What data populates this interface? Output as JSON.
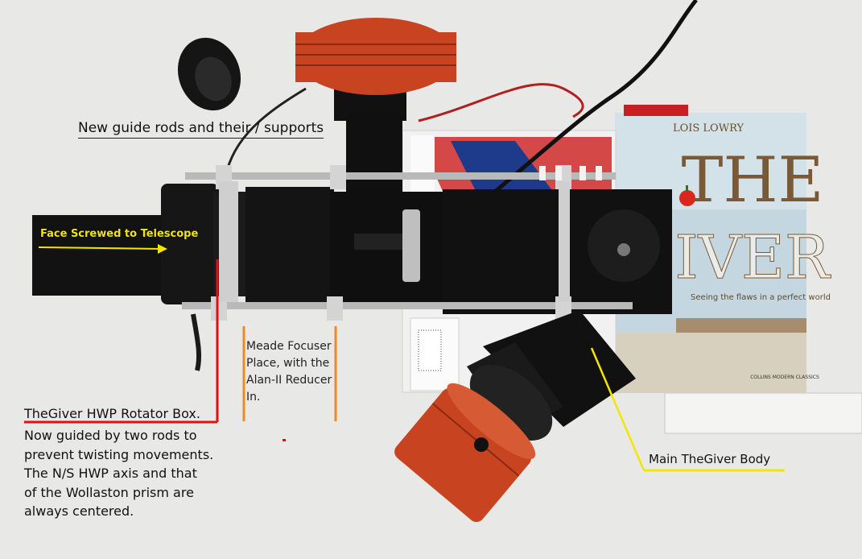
{
  "labels": {
    "guide_rods": "New guide rods and their / supports",
    "face": "Face Screwed to Telescope",
    "meade": "Meade Focuser\nPlace, with the\nAlan-II Reducer\nIn.",
    "hwp_title": "TheGiver HWP Rotator Box.",
    "hwp_body": "Now guided by two rods to\nprevent twisting movements.\nThe N/S HWP axis and that\nof the Wollaston prism are\nalways centered.",
    "main_body": "Main TheGiver Body"
  },
  "book": {
    "author": "LOIS LOWRY",
    "title_line1": "THE",
    "title_line2": "GIVER",
    "tagline": "Seeing the flaws in a perfect world",
    "publisher": "COLLINS MODERN CLASSICS"
  },
  "colors": {
    "annotation_yellow": "#f2e600",
    "annotation_red": "#e01010",
    "annotation_orange": "#f08a1c",
    "camera_red": "#c8431f",
    "book_sky": "#bcd3df"
  }
}
